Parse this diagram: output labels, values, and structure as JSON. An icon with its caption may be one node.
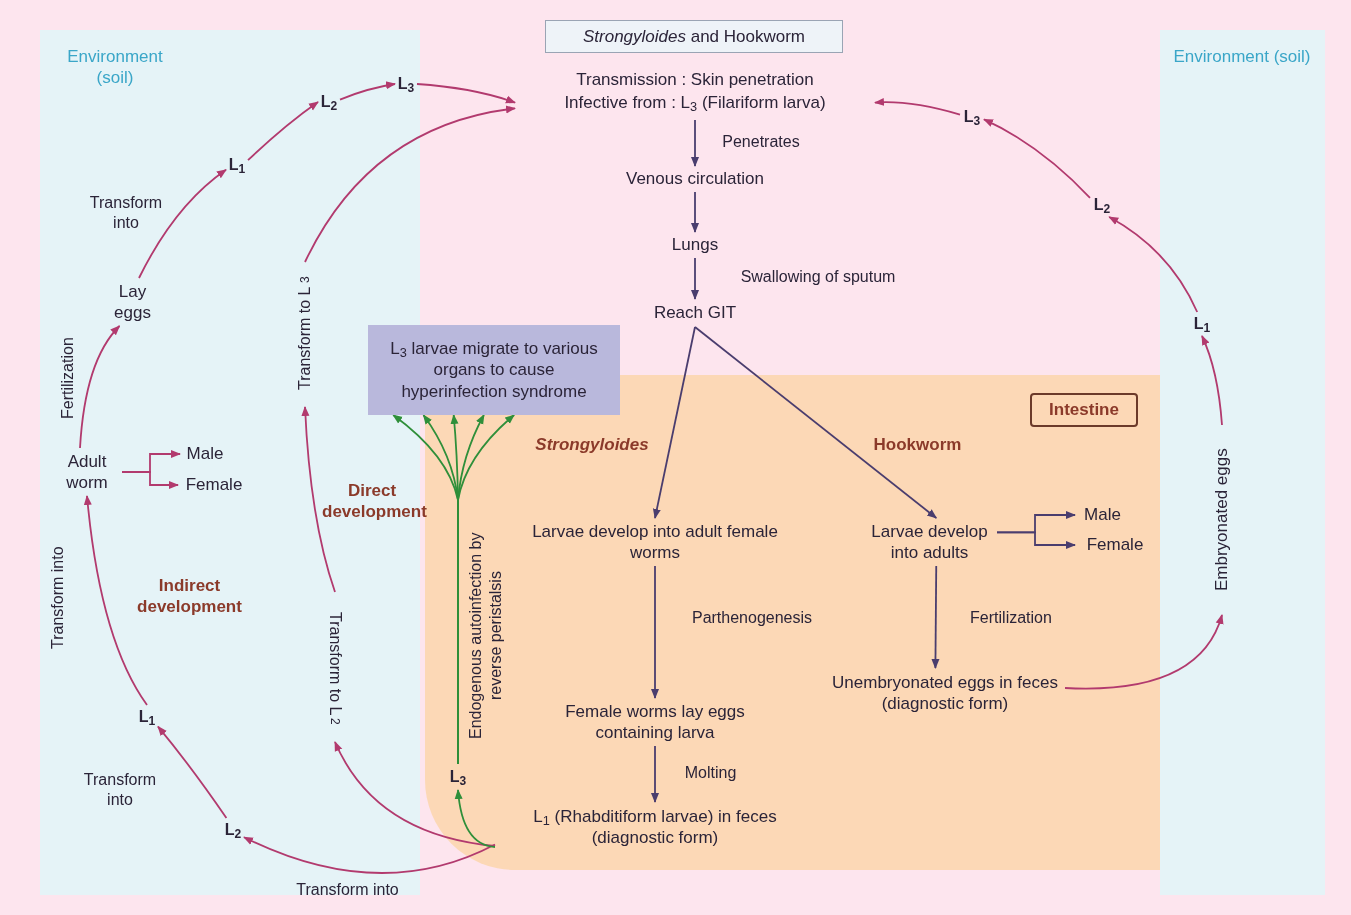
{
  "diagram": {
    "title": "*Strongyloides* and Hookworm",
    "nodes": [
      {
        "text": [
          "Environment (soil)"
        ]
      },
      {
        "text": [
          "L$_{3}$"
        ],
        "in": 0
      },
      {
        "text": [
          "L$_{2}$"
        ],
        "in": 0
      },
      {
        "text": [
          "L$_{1}$"
        ],
        "in": 0
      },
      {
        "text": [
          "Lay eggs"
        ],
        "in": 0
      },
      {
        "text": [
          "Adult worm"
        ],
        "in": 0
      },
      {
        "text": [
          "Male"
        ],
        "in": 0
      },
      {
        "text": [
          "Female"
        ],
        "in": 0
      },
      {
        "text": [
          "L$_{1}$"
        ],
        "in": 0
      },
      {
        "text": [
          "L$_{2}$"
        ],
        "in": 0
      },
      {
        "text": [
          "Transform to L$_{3}$"
        ],
        "in": 0
      },
      {
        "text": [
          "Transform to L$_{2}$"
        ],
        "in": 0
      },
      {
        "text": [
          "Transmission : Skin penetration",
          "Infective from : L$_{3}$ (Filariform larva)"
        ]
      },
      {
        "text": [
          "Venous circulation"
        ]
      },
      {
        "text": [
          "Lungs"
        ]
      },
      {
        "text": [
          "Reach GIT"
        ]
      },
      {
        "text": [
          "L$_{3}$ larvae migrate to various organs to cause hyperinfection syndrome"
        ]
      },
      {
        "text": [
          "Environment (soil)"
        ]
      },
      {
        "text": [
          "L$_{3}$"
        ]
      },
      {
        "text": [
          "L$_{2}$"
        ]
      },
      {
        "text": [
          "L$_{1}$"
        ],
        "in": 17
      },
      {
        "text": [
          "Embryonated eggs"
        ],
        "in": 17
      },
      {
        "text": [
          "Intestine"
        ]
      },
      {
        "text": [
          "Larvae develop into adult female worms"
        ],
        "in": 22
      },
      {
        "text": [
          "Female worms lay eggs containing larva"
        ],
        "in": 22
      },
      {
        "text": [
          "L$_{1}$ (Rhabditiform larvae) in feces (diagnostic form)"
        ],
        "in": 22
      },
      {
        "text": [
          "L$_{3}$"
        ],
        "in": 22
      },
      {
        "text": [
          "Larvae develop into adults"
        ],
        "in": 22
      },
      {
        "text": [
          "Male"
        ],
        "in": 22
      },
      {
        "text": [
          "Female"
        ],
        "in": 22
      },
      {
        "text": [
          "Unembryonated eggs in feces (diagnostic form)"
        ],
        "in": 22
      }
    ],
    "edges": [
      {
        "from": 25,
        "to": 9,
        "arrow": "to",
        "label": "Transform into"
      },
      {
        "from": 9,
        "to": 8,
        "arrow": "to",
        "label": "Transform into"
      },
      {
        "from": 8,
        "to": 5,
        "arrow": "to",
        "label": "Transform into"
      },
      {
        "from": 5,
        "to": 6,
        "arrow": "to"
      },
      {
        "from": 5,
        "to": 7,
        "arrow": "to"
      },
      {
        "from": 5,
        "to": 4,
        "arrow": "to",
        "label": "Fertilization"
      },
      {
        "from": 4,
        "to": 3,
        "arrow": "to",
        "label": "Transform into"
      },
      {
        "from": 3,
        "to": 2,
        "arrow": "to"
      },
      {
        "from": 2,
        "to": 1,
        "arrow": "to"
      },
      {
        "from": 1,
        "to": 12,
        "arrow": "to"
      },
      {
        "from": 25,
        "to": 11,
        "arrow": "to"
      },
      {
        "from": 11,
        "to": 10,
        "arrow": "to"
      },
      {
        "from": 10,
        "to": 12,
        "arrow": "to"
      },
      {
        "from": 25,
        "to": 26,
        "arrow": "to",
        "color": "#2f8f3a"
      },
      {
        "from": 26,
        "to": 16,
        "arrow": "to",
        "color": "#2f8f3a"
      },
      {
        "from": 26,
        "to": 16,
        "arrow": "to",
        "color": "#2f8f3a"
      },
      {
        "from": 26,
        "to": 16,
        "arrow": "to",
        "color": "#2f8f3a",
        "label": "Endogenous autoinfection by reverse peristalsis"
      },
      {
        "from": 26,
        "to": 16,
        "arrow": "to",
        "color": "#2f8f3a"
      },
      {
        "from": 26,
        "to": 16,
        "arrow": "to",
        "color": "#2f8f3a"
      },
      {
        "from": 12,
        "to": 13,
        "arrow": "to",
        "color": "#4a3d6e",
        "label": "Penetrates"
      },
      {
        "from": 13,
        "to": 14,
        "arrow": "to",
        "color": "#4a3d6e"
      },
      {
        "from": 14,
        "to": 15,
        "arrow": "to",
        "color": "#4a3d6e",
        "label": "Swallowing of sputum"
      },
      {
        "from": 15,
        "to": 23,
        "arrow": "to",
        "color": "#4a3d6e",
        "label": "*Strongyloides*"
      },
      {
        "from": 15,
        "to": 27,
        "arrow": "to",
        "color": "#4a3d6e",
        "label": "Hookworm"
      },
      {
        "from": 23,
        "to": 24,
        "arrow": "to",
        "color": "#4a3d6e",
        "label": "Parthenogenesis"
      },
      {
        "from": 24,
        "to": 25,
        "arrow": "to",
        "color": "#4a3d6e",
        "label": "Molting"
      },
      {
        "from": 27,
        "to": 28,
        "arrow": "to",
        "color": "#4a3d6e"
      },
      {
        "from": 27,
        "to": 29,
        "arrow": "to",
        "color": "#4a3d6e"
      },
      {
        "from": 27,
        "to": 30,
        "arrow": "to",
        "color": "#4a3d6e",
        "label": "Fertilization"
      },
      {
        "from": 30,
        "to": 21,
        "arrow": "to"
      },
      {
        "from": 21,
        "to": 20,
        "arrow": "to"
      },
      {
        "from": 20,
        "to": 19,
        "arrow": "to"
      },
      {
        "from": 19,
        "to": 18,
        "arrow": "to"
      },
      {
        "from": 18,
        "to": 12,
        "arrow": "to"
      }
    ],
    "labels": [
      "Indirect development",
      "Direct development"
    ]
  }
}
